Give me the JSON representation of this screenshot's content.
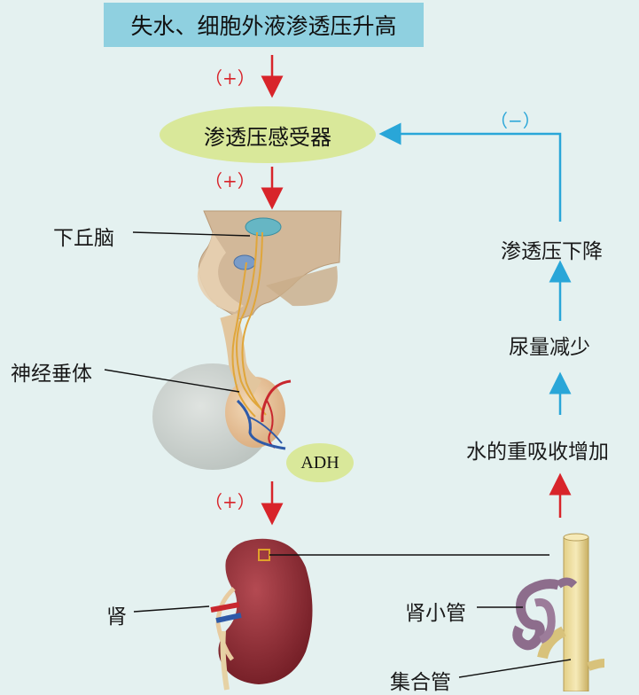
{
  "top_box": "失水、细胞外液渗透压升高",
  "receptor": "渗透压感受器",
  "plus_sign": "（+）",
  "minus_sign": "（−）",
  "hypothalamus": "下丘脑",
  "neurohypophysis": "神经垂体",
  "adh": "ADH",
  "kidney": "肾",
  "renal_tubule": "肾小管",
  "collecting_duct": "集合管",
  "right_column": {
    "step1": "水的重吸收增加",
    "step2": "尿量减少",
    "step3": "渗透压下降"
  },
  "colors": {
    "positive_arrow": "#d8242a",
    "negative_arrow": "#29a6d8",
    "background": "#e4f1f0",
    "title_box": "#8fd0e0",
    "ellipse": "#d9e89a"
  }
}
